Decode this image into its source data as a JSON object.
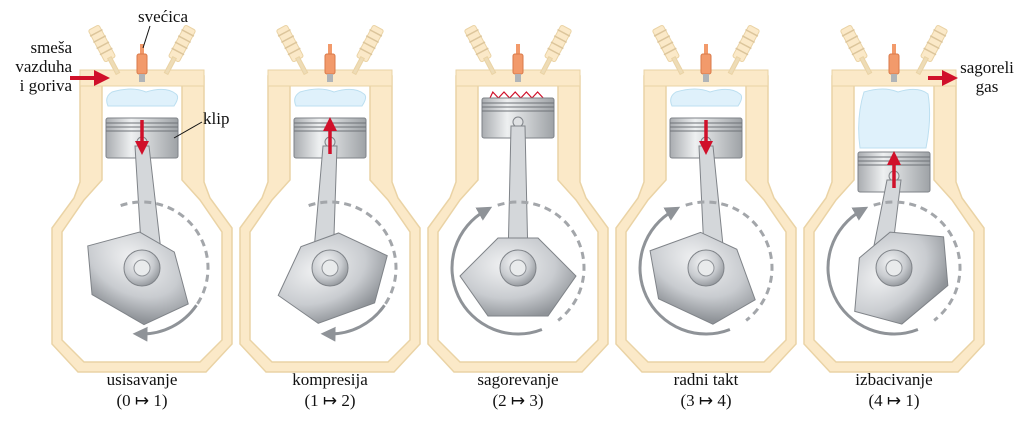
{
  "labels": {
    "spark_plug": "svećica",
    "mixture": [
      "smeša",
      "vazduha",
      "i goriva"
    ],
    "piston": "klip",
    "exhaust": [
      "sagoreli",
      "gas"
    ]
  },
  "stages": [
    {
      "name": "usisavanje",
      "seq": "(0 ↦ 1)"
    },
    {
      "name": "kompresija",
      "seq": "(1 ↦ 2)"
    },
    {
      "name": "sagorevanje",
      "seq": "(2 ↦ 3)"
    },
    {
      "name": "radni takt",
      "seq": "(3 ↦ 4)"
    },
    {
      "name": "izbacivanje",
      "seq": "(4 ↦ 1)"
    }
  ],
  "colors": {
    "block": "#fbe9c8",
    "block_stroke": "#ead3a5",
    "metal": "#c9ccd0",
    "metal_dark": "#8f9398",
    "arrow": "#d0102a",
    "gas": "#dff1fb",
    "plug": "#f29a6b"
  },
  "icons": [
    "spark-plug-icon",
    "piston-icon",
    "crankshaft-icon",
    "valve-icon"
  ]
}
